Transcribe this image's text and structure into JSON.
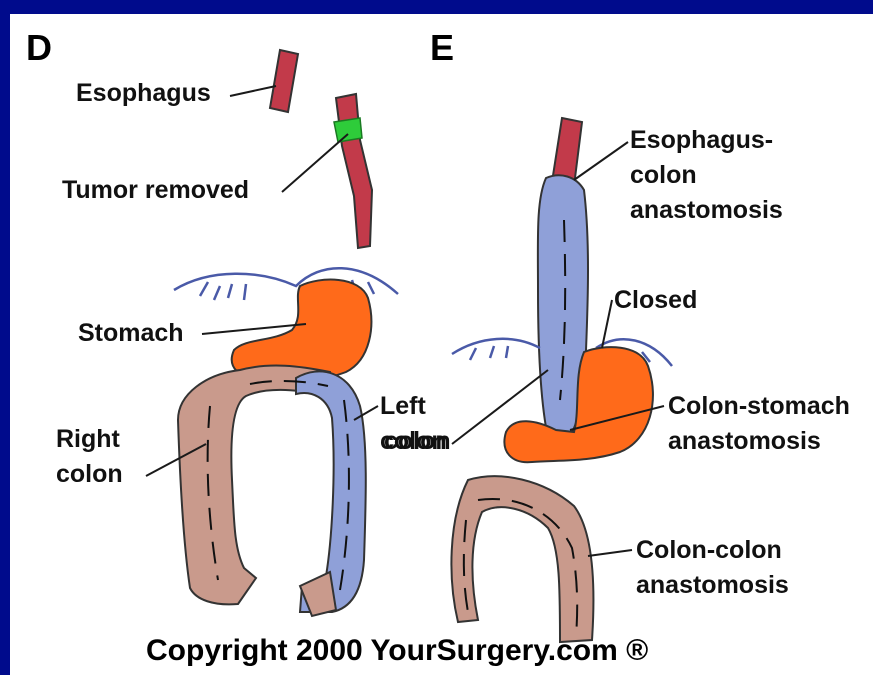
{
  "panels": {
    "left": "D",
    "right": "E"
  },
  "labels": {
    "esophagus": "Esophagus",
    "tumor_removed": "Tumor removed",
    "stomach": "Stomach",
    "right_colon_1": "Right",
    "right_colon_2": "colon",
    "left_colon_1": "Left",
    "left_colon_2": "colon",
    "esophagus_colon_1": "Esophagus-",
    "esophagus_colon_2": "colon",
    "esophagus_colon_3": "anastomosis",
    "closed": "Closed",
    "colon_e": "colon",
    "colon_stomach_1": "Colon-stomach",
    "colon_stomach_2": "anastomosis",
    "colon_colon_1": "Colon-colon",
    "colon_colon_2": "anastomosis"
  },
  "copyright": "Copyright 2000 YourSurgery.com ®",
  "colors": {
    "border": "#000b8c",
    "esophagus": "#c23a4a",
    "tumor": "#2ecc3a",
    "stomach": "#ff6a1a",
    "colon_right": "#c99a8c",
    "colon_left": "#8fa0d8"
  }
}
